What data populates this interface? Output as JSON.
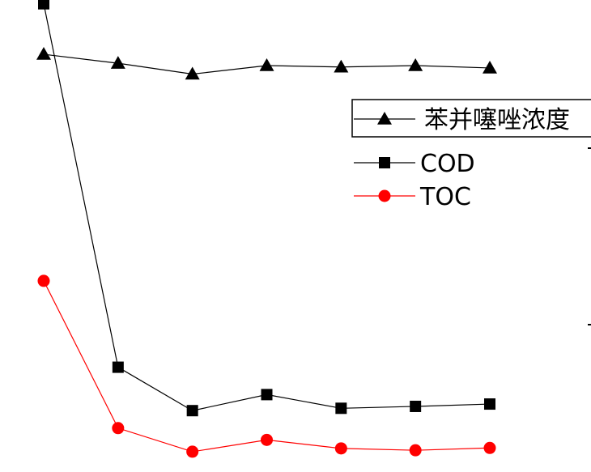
{
  "chart_data": {
    "type": "line",
    "title": "",
    "xlabel": "",
    "ylabel": "",
    "x": [
      1,
      2,
      3,
      4,
      5,
      6,
      7
    ],
    "xlim": [
      0.9,
      7.7
    ],
    "ylim": [
      0,
      100
    ],
    "grid": false,
    "legend_position": "top-right",
    "series": [
      {
        "name": "苯并噻唑浓度",
        "marker": "triangle",
        "color": "#000000",
        "values": [
          88.5,
          86.6,
          84.3,
          86.1,
          85.8,
          86.1,
          85.6
        ]
      },
      {
        "name": "COD",
        "marker": "square",
        "color": "#000000",
        "values": [
          99.2,
          22.2,
          13.0,
          16.4,
          13.5,
          13.9,
          14.4
        ]
      },
      {
        "name": "TOC",
        "marker": "circle",
        "color": "#ff0000",
        "values": [
          40.5,
          9.3,
          4.3,
          6.8,
          5.0,
          4.6,
          5.1
        ]
      }
    ]
  }
}
